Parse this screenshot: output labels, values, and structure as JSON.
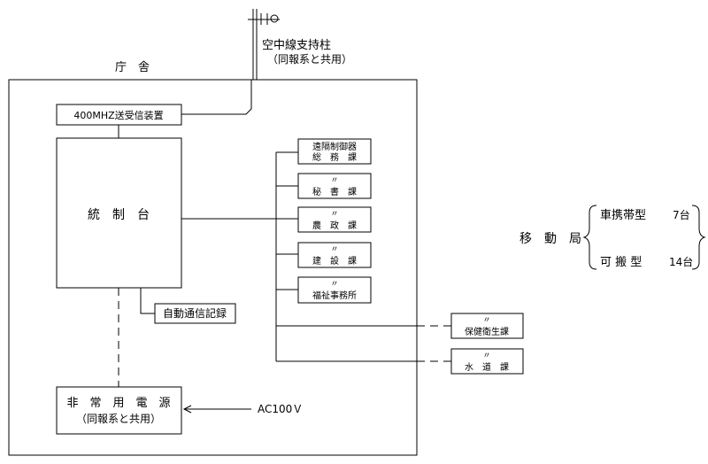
{
  "building": {
    "label": "庁　舎"
  },
  "antenna": {
    "label_1": "空中線支持柱",
    "label_2": "（同報系と共用）"
  },
  "transceiver": {
    "label": "400MHZ送受信装置"
  },
  "console": {
    "label": "統　制　台"
  },
  "auto_recorder": {
    "label": "自動通信記録"
  },
  "power": {
    "label_1": "非　常　用　電　源",
    "label_2": "（同報系と共用）",
    "ac_input": "AC100Ｖ"
  },
  "remote_controllers": [
    {
      "line1": "遠隔制御器",
      "line2": "総　務　課"
    },
    {
      "line1": "〃",
      "line2": "秘　書　課"
    },
    {
      "line1": "〃",
      "line2": "農　政　課"
    },
    {
      "line1": "〃",
      "line2": "建　設　課"
    },
    {
      "line1": "〃",
      "line2": "福祉事務所"
    }
  ],
  "external_controllers": [
    {
      "line1": "〃",
      "line2": "保健衛生課"
    },
    {
      "line1": "〃",
      "line2": "水　道　課"
    }
  ],
  "mobile": {
    "title": "移　動　局",
    "items": [
      {
        "type": "車携帯型",
        "count": "7台"
      },
      {
        "type": "可 搬 型",
        "count": "14台"
      }
    ]
  }
}
